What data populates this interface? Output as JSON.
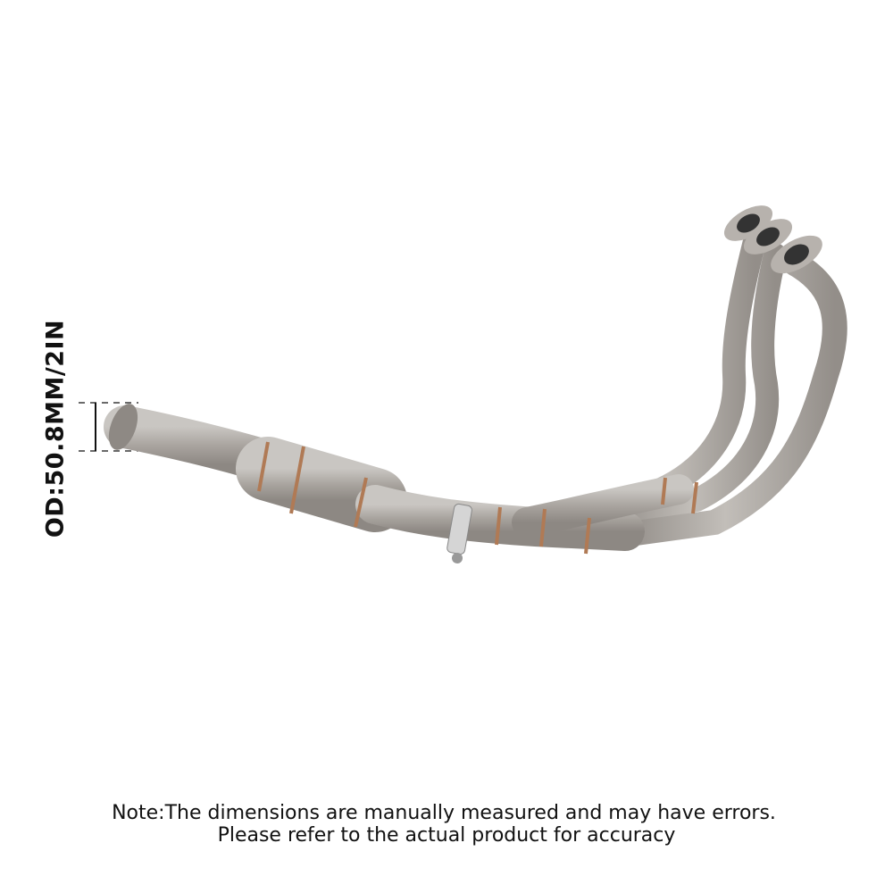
{
  "dimension": {
    "label": "OD:50.8MM/2IN"
  },
  "note": {
    "line1": "Note:The dimensions are manually measured and may have errors.",
    "line2": "Please refer to the actual product for accuracy"
  },
  "colors": {
    "pipe": "#a8a39e",
    "weld": "#b07a55",
    "text": "#111111"
  }
}
